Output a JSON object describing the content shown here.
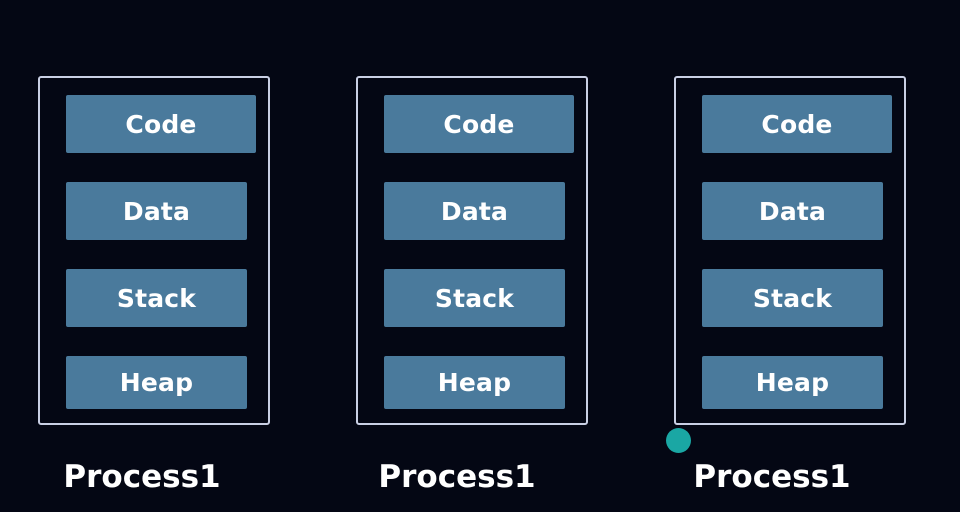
{
  "processes": [
    {
      "label": "Process1",
      "segments": {
        "code": "Code",
        "data": "Data",
        "stack": "Stack",
        "heap": "Heap"
      }
    },
    {
      "label": "Process1",
      "segments": {
        "code": "Code",
        "data": "Data",
        "stack": "Stack",
        "heap": "Heap"
      }
    },
    {
      "label": "Process1",
      "segments": {
        "code": "Code",
        "data": "Data",
        "stack": "Stack",
        "heap": "Heap"
      }
    }
  ],
  "colors": {
    "background": "#040714",
    "segment_fill": "#4a7a9c",
    "box_border": "#c9cfe4",
    "cursor": "#1aa7a4"
  }
}
